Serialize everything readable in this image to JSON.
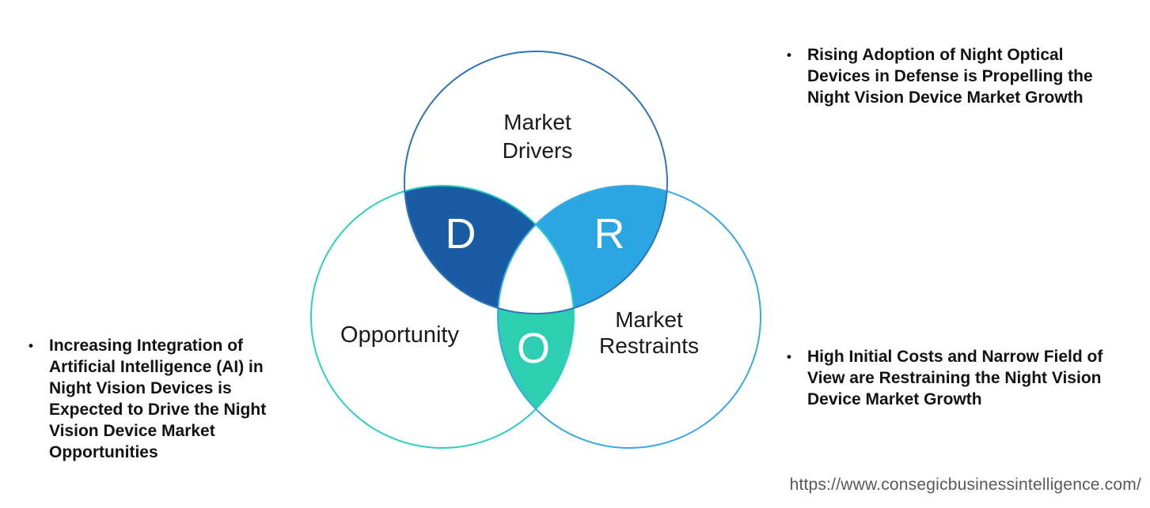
{
  "diagram": {
    "circles": {
      "drivers": {
        "label_lines": [
          "Market",
          "Drivers"
        ],
        "stroke": "#2e74b5"
      },
      "opportunity": {
        "label": "Opportunity",
        "stroke": "#2fcfbf"
      },
      "restraints": {
        "label_lines": [
          "Market",
          "Restraints"
        ],
        "stroke": "#3aa9e3"
      }
    },
    "petals": {
      "d": {
        "letter": "D",
        "fill": "#1a5ba6"
      },
      "r": {
        "letter": "R",
        "fill": "#2aa7e2"
      },
      "o": {
        "letter": "O",
        "fill": "#2dceb2"
      }
    },
    "center_fill": "#ffffff",
    "letter_color": "#ffffff"
  },
  "annotations": {
    "bullet_char": "•",
    "left": {
      "lines": [
        "Increasing Integration of",
        "Artificial Intelligence (AI) in",
        "Night Vision Devices is",
        "Expected to Drive the Night",
        "Vision Device Market",
        "Opportunities"
      ]
    },
    "top_right": {
      "lines": [
        "Rising Adoption of Night Optical",
        "Devices in Defense is Propelling the",
        "Night Vision Device Market Growth"
      ]
    },
    "bottom_right": {
      "lines": [
        "High Initial Costs and Narrow Field of",
        "View are Restraining the Night Vision",
        "Device Market Growth"
      ]
    }
  },
  "footer": {
    "url": "https://www.consegicbusinessintelligence.com/"
  }
}
